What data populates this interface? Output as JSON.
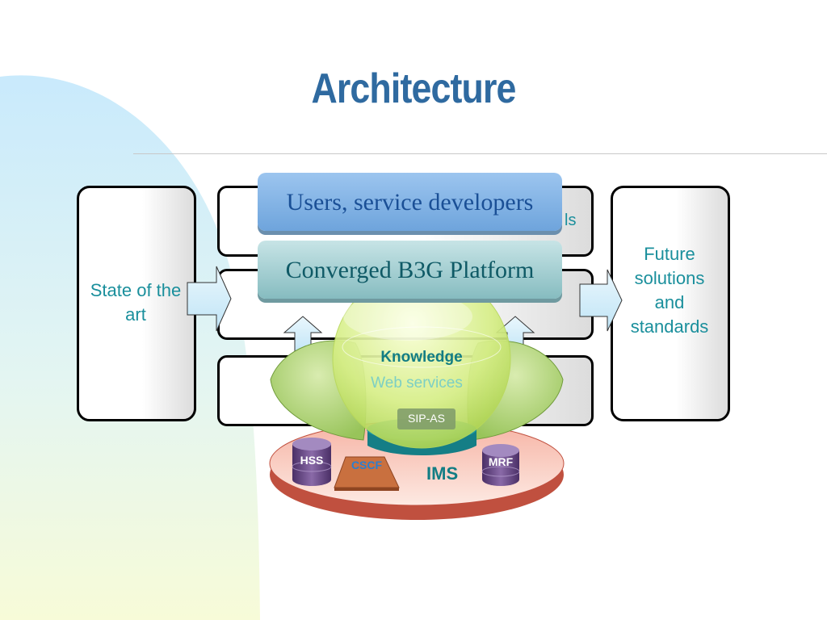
{
  "title": "Architecture",
  "left_box": {
    "text": [
      "State of the",
      "art"
    ]
  },
  "right_box": {
    "text": [
      "Future",
      "solutions",
      "and",
      "standards"
    ]
  },
  "top_row": {
    "partial_label": "ls"
  },
  "banners": {
    "users": "Users, service developers",
    "platform": "Converged B3G Platform"
  },
  "sphere": {
    "knowledge": "Knowledge",
    "web_services": "Web services"
  },
  "ims": {
    "label": "IMS",
    "sip_as": "SIP-AS",
    "hss": "HSS",
    "cscf": "CSCF",
    "mrf": "MRF"
  },
  "colors": {
    "title": "#2f6aa0",
    "teal_text": "#1a8f9c",
    "leaf_green": "#a9cf6a",
    "ims_disc": "#f2a99a",
    "db_purple": "#5b3f7a",
    "cscf": "#c9703f",
    "arrow_fill": "#d7eefa"
  }
}
